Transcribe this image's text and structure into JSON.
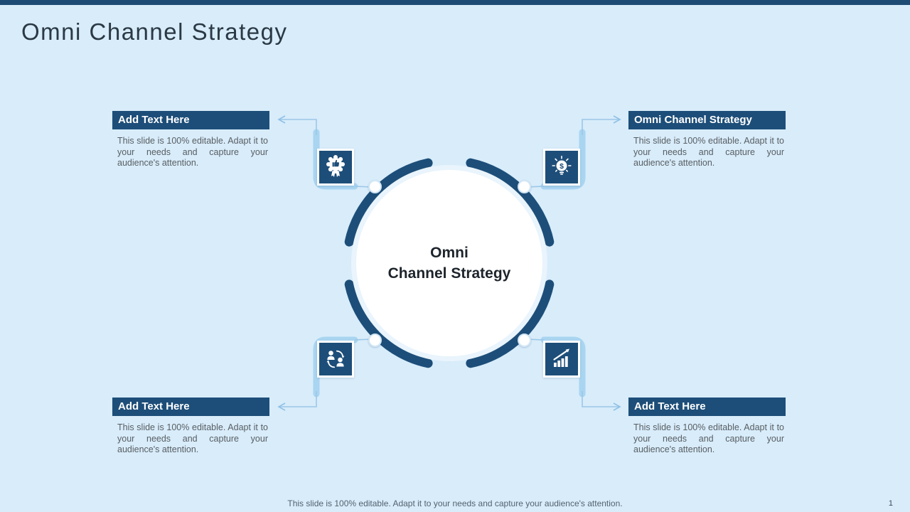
{
  "slide": {
    "title": "Omni Channel Strategy",
    "footer": "This slide is 100% editable. Adapt it to your needs and capture your audience's attention.",
    "page_number": "1"
  },
  "center": {
    "line1": "Omni",
    "line2": "Channel Strategy"
  },
  "callouts": [
    {
      "position": "top-left",
      "header": "Add Text Here",
      "body": "This slide is 100% editable. Adapt it to your needs and capture your audience's attention.",
      "icon": "award-badge-icon"
    },
    {
      "position": "top-right",
      "header": "Omni Channel Strategy",
      "body": "This slide is 100% editable. Adapt it to your needs and capture your audience's attention.",
      "icon": "dollar-bulb-icon"
    },
    {
      "position": "bottom-left",
      "header": "Add Text Here",
      "body": "This slide is 100% editable. Adapt it to your needs and capture your audience's attention.",
      "icon": "customer-exchange-icon"
    },
    {
      "position": "bottom-right",
      "header": "Add Text Here",
      "body": "This slide is 100% editable. Adapt it to your needs and capture your audience's attention.",
      "icon": "growth-chart-icon"
    }
  ],
  "colors": {
    "background": "#d8ecfa",
    "top_bar": "#1e4b74",
    "accent_navy": "#1d4e79",
    "wrap_stroke": "#a9d5f1",
    "thin_connector": "#9cc7e8",
    "title_text": "#2b3944",
    "body_text": "#595e63",
    "center_text": "#1d242b"
  }
}
